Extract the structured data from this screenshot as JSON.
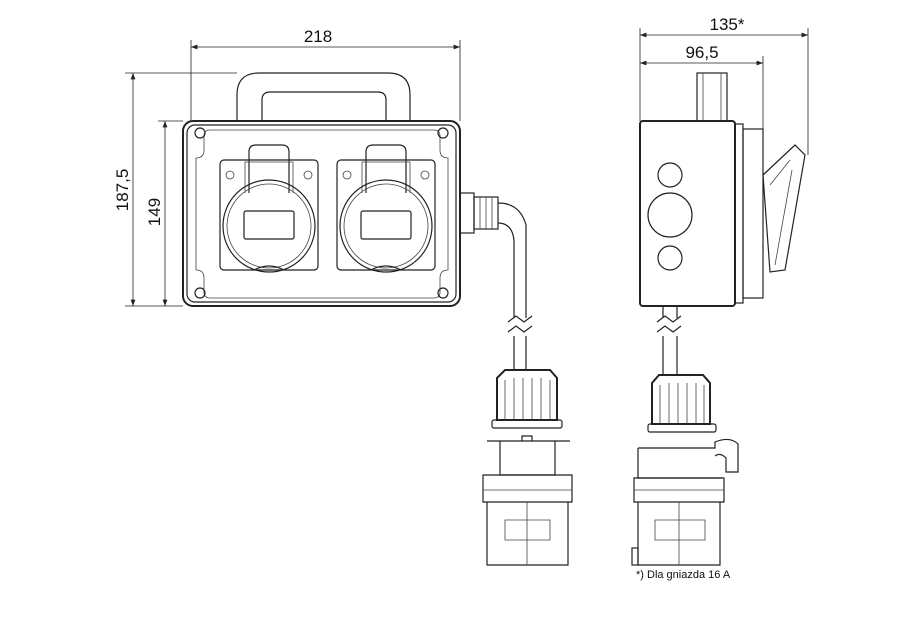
{
  "dimensions": {
    "front_width": "218",
    "front_total_height": "187,5",
    "front_box_height": "149",
    "side_total_depth": "135*",
    "side_box_depth": "96,5"
  },
  "footnote": "*) Dla gniazda 16 A"
}
